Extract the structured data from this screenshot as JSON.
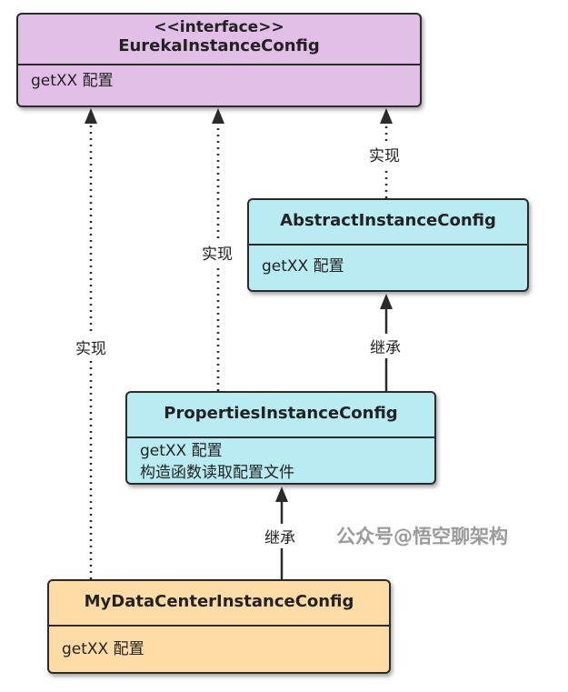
{
  "colors": {
    "interface_fill": "#e2bfe6",
    "abstract_fill": "#b8ecf2",
    "concrete_fill": "#ffdca6",
    "border": "#2b2b2b"
  },
  "classes": {
    "eureka": {
      "stereotype": "<<interface>>",
      "name": "EurekaInstanceConfig",
      "members": [
        "getXX 配置"
      ]
    },
    "abstract": {
      "name": "AbstractInstanceConfig",
      "members": [
        "getXX 配置"
      ]
    },
    "properties": {
      "name": "PropertiesInstanceConfig",
      "members": [
        "getXX 配置",
        "构造函数读取配置文件"
      ]
    },
    "mydatacenter": {
      "name": "MyDataCenterInstanceConfig",
      "members": [
        "getXX 配置"
      ]
    }
  },
  "edges": {
    "implements_label": "实现",
    "extends_label": "继承"
  },
  "watermark": "公众号@悟空聊架构"
}
